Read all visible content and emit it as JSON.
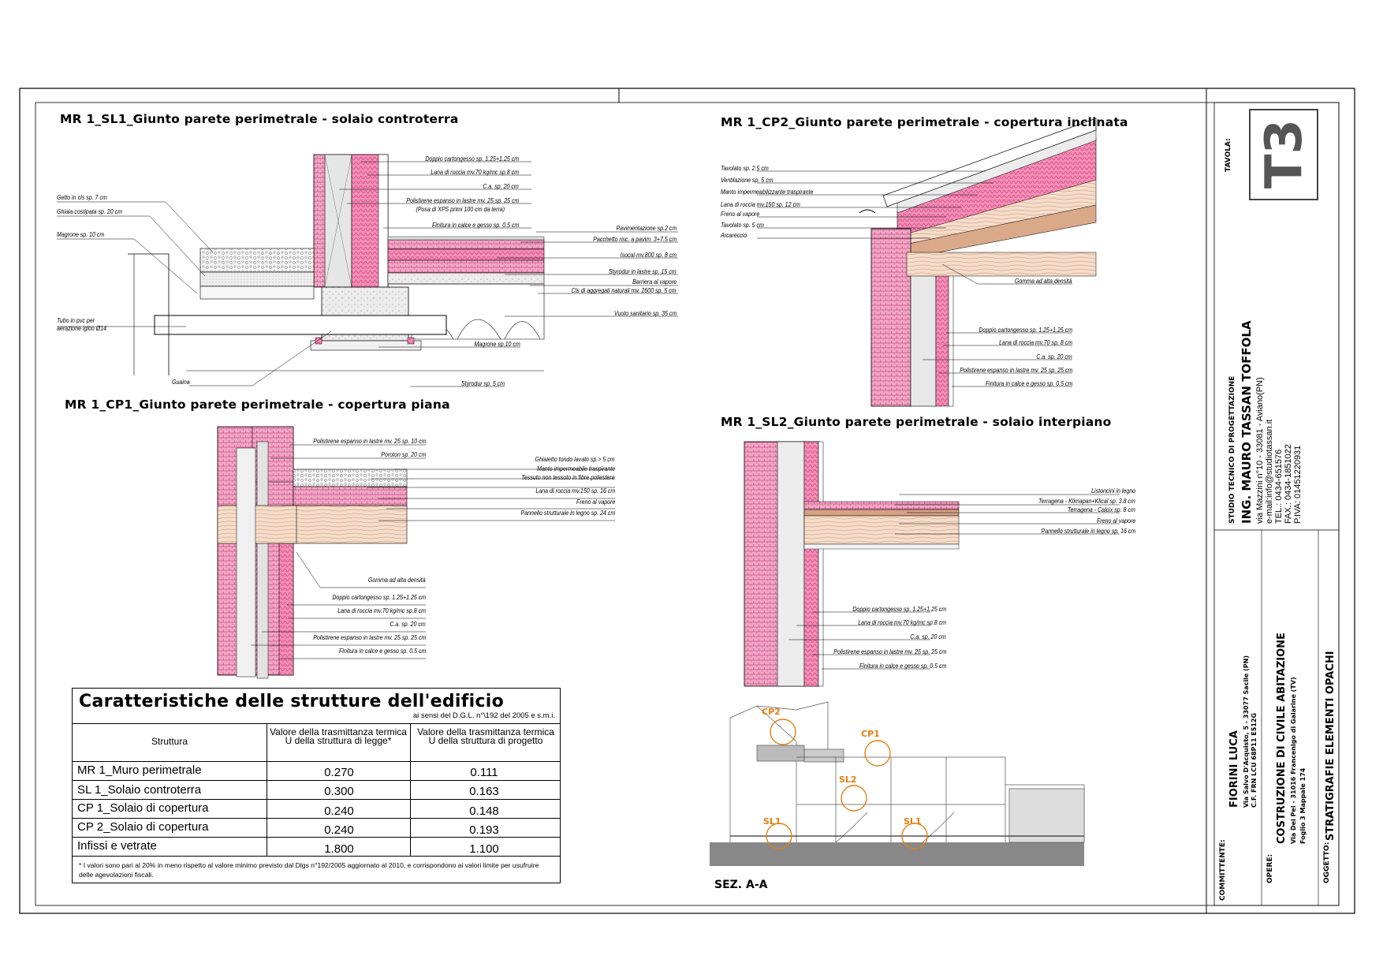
{
  "drawings": {
    "sl1": {
      "title": "MR 1_SL1_Giunto parete perimetrale - solaio controterra",
      "labels_right": [
        "Doppio cartongesso sp. 1.25+1.25 cm",
        "Lana di roccia mv.70 kg/mc sp.8 cm",
        "C.a. sp. 20 cm",
        "Polistirene espanso in lastre mv. 25 sp. 25 cm",
        "(Posa di XPS primi 100 cm da terra)",
        "Finitura in calce e gesso sp. 0.5 cm",
        "Pavimentazione sp.2 cm",
        "Pacchetto risc. a pavim. 3+7.5 cm",
        "Isocal mv.800 sp. 8 cm",
        "Styrodur in lastre sp. 15 cm",
        "Barriera al vapore",
        "Cls di aggregati naturali mv. 2600 sp. 5 cm",
        "Vuoto sanitario sp. 35 cm",
        "Magrone sp.10 cm",
        "Styrodur sp. 5 cm"
      ],
      "labels_left": [
        "Getto in cls sp. 7 cm",
        "Ghiaia costipata sp. 20 cm",
        "Magrone sp. 10 cm",
        "Tubo in pvc per",
        "aerazione igloo Ø14",
        "Guaina"
      ]
    },
    "cp1": {
      "title": "MR 1_CP1_Giunto parete perimetrale - copertura piana",
      "labels": [
        "Polistirene espanso in lastre mv. 25 sp. 10 cm",
        "Poroton sp. 20 cm",
        "Ghiaietto tondo lavato sp.> 5 cm",
        "Manto impermeabile traspirante",
        "Tessuto non tessuto in fibre poliestere",
        "Lana di roccia mv.150 sp. 16 cm",
        "Freno al vapore",
        "Pannello strutturale in legno sp. 24 cm",
        "Gomma ad alta densità",
        "Doppio cartongesso sp. 1.25+1.25 cm",
        "Lana di roccia mv.70 kg/mc sp.8 cm",
        "C.a. sp. 20 cm",
        "Polistirene espanso in lastre mv. 25 sp. 25 cm",
        "Finitura in calce e gesso sp. 0.5 cm"
      ]
    },
    "cp2": {
      "title": "MR 1_CP2_Giunto parete perimetrale - copertura inclinata",
      "labels_left": [
        "Tavolato sp. 2.5 cm",
        "Ventilazione sp. 5 cm",
        "Manto impermeabilizzante traspirante",
        "Lana di roccia mv.150 sp. 12 cm",
        "Freno al vapore",
        "Tavolato sp. 5 cm",
        "Arcareccio"
      ],
      "labels_right": [
        "Gomma ad alta densità",
        "Doppio cartongesso sp. 1.25+1.25 cm",
        "Lana di roccia mv.70 sp. 8 cm",
        "C.a. sp. 20 cm",
        "Polistirene espanso in lastre mv. 25 sp. 25 cm",
        "Finitura in calce e gesso sp. 0.5 cm"
      ]
    },
    "sl2": {
      "title": "MR 1_SL2_Giunto parete perimetrale - solaio interpiano",
      "labels_top": [
        "Listoncini in legno",
        "Terragena - Klimapan+Klical sp. 3.8 cm",
        "Terragena - Calcix sp. 8 cm",
        "Freno al vapore",
        "Pannello strutturale in legno sp. 16 cm"
      ],
      "labels_bottom": [
        "Doppio cartongesso sp. 1.25+1.25 cm",
        "Lana di roccia mv.70 kg/mc sp.8 cm",
        "C.a. sp. 20 cm",
        "Polistirene espanso in lastre mv. 25 sp. 25 cm",
        "Finitura in calce e gesso sp. 0.5 cm"
      ]
    }
  },
  "table": {
    "title": "Caratteristiche delle strutture dell'edificio",
    "subtitle": "ai sensi del D.G.L. n°\\192 del 2005 e s.m.i.",
    "headers": [
      "Struttura",
      "Valore della trasmittanza termica U della struttura di legge*",
      "Valore della trasmittanza termica U della struttura di progetto"
    ],
    "rows": [
      [
        "MR 1_Muro perimetrale",
        "0.270",
        "0.111"
      ],
      [
        "SL 1_Solaio controterra",
        "0.300",
        "0.163"
      ],
      [
        "CP 1_Solaio di copertura",
        "0.240",
        "0.148"
      ],
      [
        "CP 2_Solaio di copertura",
        "0.240",
        "0.193"
      ],
      [
        "Infissi e vetrate",
        "1.800",
        "1.100"
      ]
    ],
    "note": "* I valori sono pari al 20% in meno rispetto al valore minimo previsto dal Dlgs n°192/2005 aggiornato al 2010, e corrispondono ai valori limite per usufruire delle agevolazioni fiscali."
  },
  "section": {
    "caption": "SEZ. A-A",
    "markers": [
      "CP2",
      "CP1",
      "SL2",
      "SL1",
      "SL1"
    ]
  },
  "title_block": {
    "tavola_label": "TAVOLA:",
    "tavola_number": "T3",
    "studio_heading": "STUDIO TECNICO DI PROGETTAZIONE",
    "engineer": "ING. MAURO TASSAN TOFFOLA",
    "contacts": [
      "via Mazzini n°10 - 33081 - Aviano(PN)",
      "e-mail:info@studiotassan.it",
      "TEL.: 0434-651576",
      "FAX.: 0434-1851022",
      "P.IVA: 01451220931"
    ],
    "committente_label": "COMMITTENTE:",
    "committente_name": "FIORINI LUCA",
    "committente_addr": "Via Salvo D'Acquisto, 5 - 33077 Sacile (PN)",
    "committente_cf": "C.F. FRN LCU 68P11 E512G",
    "opere_label": "OPERE:",
    "opere_title": "COSTRUZIONE DI CIVILE ABITAZIONE",
    "opere_addr": "Via Dei Pel - 31016 Francenigo di Gaiarine (TV)",
    "opere_foglio": "Foglio 3 Mappale 174",
    "oggetto_label": "OGGETTO:",
    "oggetto_title": "STRATIGRAFIE ELEMENTI OPACHI"
  },
  "colors": {
    "insulation_pink": "#f3a5c4",
    "wall_pink": "#ef8fb5",
    "section_marker": "#e67e10",
    "wood": "#f3dccb"
  }
}
